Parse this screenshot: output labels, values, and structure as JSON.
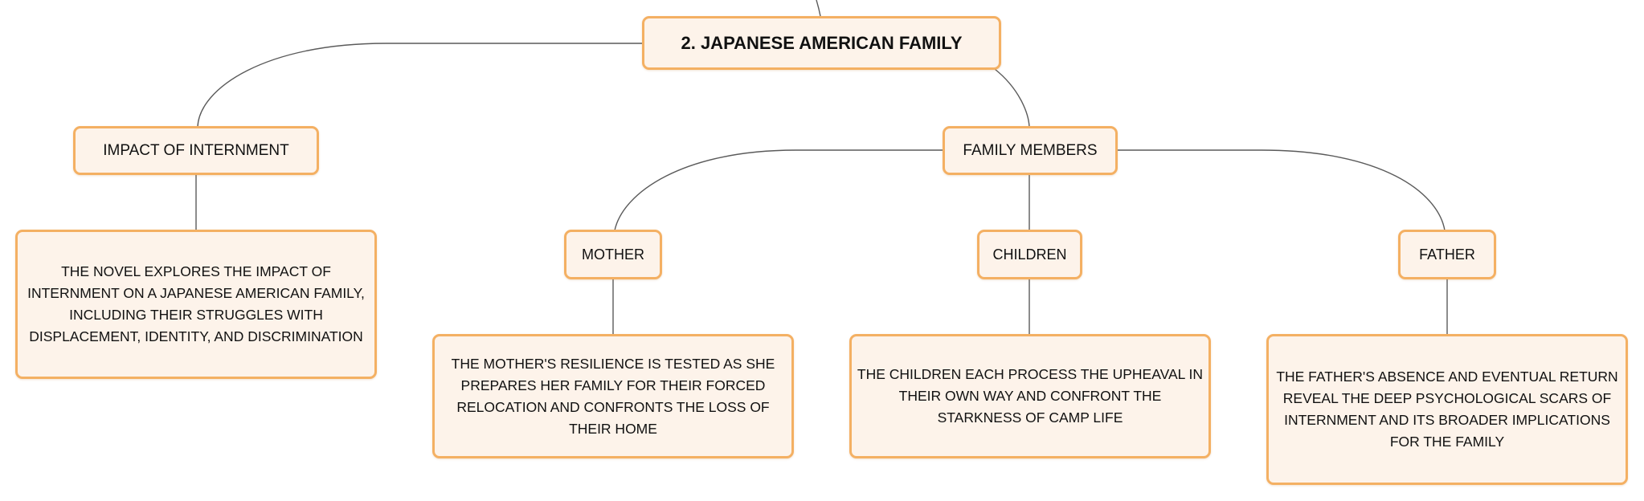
{
  "root": {
    "label": "2. JAPANESE AMERICAN FAMILY"
  },
  "impact": {
    "label": "IMPACT OF INTERNMENT",
    "description": "THE NOVEL EXPLORES THE IMPACT OF INTERNMENT ON A JAPANESE AMERICAN FAMILY, INCLUDING THEIR STRUGGLES WITH DISPLACEMENT, IDENTITY, AND DISCRIMINATION"
  },
  "family": {
    "label": "FAMILY MEMBERS",
    "members": [
      {
        "label": "MOTHER",
        "description": "THE MOTHER'S RESILIENCE IS TESTED AS SHE PREPARES HER FAMILY FOR THEIR FORCED RELOCATION AND CONFRONTS THE LOSS OF THEIR HOME"
      },
      {
        "label": "CHILDREN",
        "description": "THE CHILDREN EACH PROCESS THE UPHEAVAL IN THEIR OWN WAY AND CONFRONT THE STARKNESS OF CAMP LIFE"
      },
      {
        "label": "FATHER",
        "description": "THE FATHER'S ABSENCE AND EVENTUAL RETURN REVEAL THE DEEP PSYCHOLOGICAL SCARS OF INTERNMENT AND ITS BROADER IMPLICATIONS FOR THE FAMILY"
      }
    ]
  },
  "colors": {
    "node_fill": "#fdf3ea",
    "node_border": "#f4b063",
    "connector": "#555555"
  }
}
